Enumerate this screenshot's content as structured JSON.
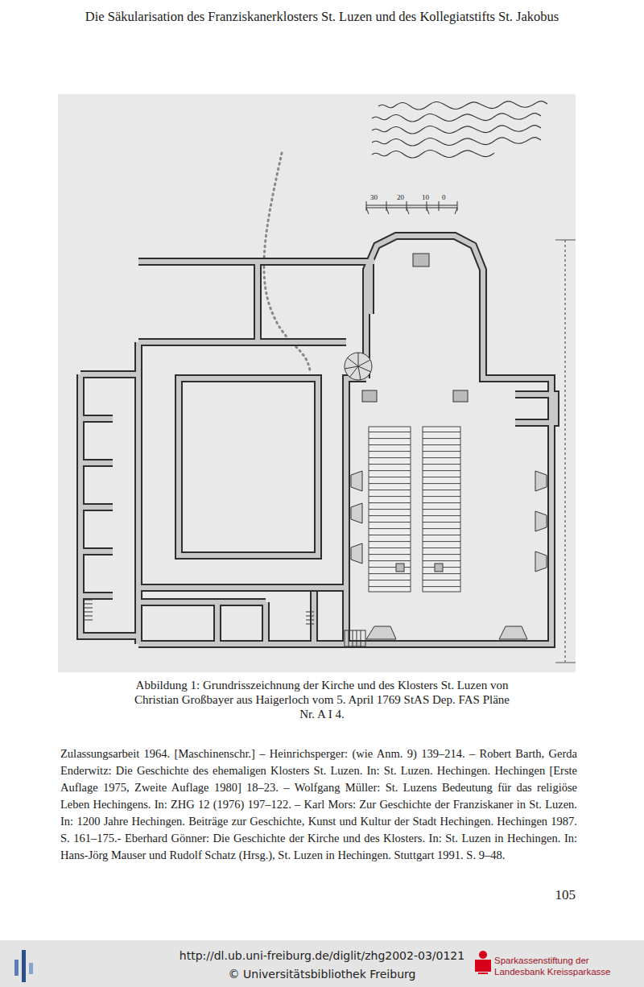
{
  "diagram": {
    "title": "Die Säkularisation des Franziskanerklosters St. Luzen und des Kollegiatstifts St. Jakobus",
    "caption": "Abbildung 1: Grundrisszeichnung der Kirche und des Klosters St. Luzen von Christian Großbayer aus Haigerloch vom 5. April 1769 StAS Dep. FAS Pläne Nr. A I 4.",
    "labels": [
      "Zulassungsarbeit 1964. [Maschinenschr.] – Heinrichsperger: (wie Anm. 9) 139–214. – Robert Barth, Gerda Enderwitz: Die Geschichte des ehemaligen Klosters St. Luzen. In: St. Luzen. Hechingen. Hechingen [Erste Auflage 1975, Zweite Auflage 1980] 18–23. – Wolfgang Müller: St. Luzens Bedeutung für das religiöse Leben Hechingens. In: ZHG 12 (1976) 197–122. – Karl Mors: Zur Geschichte der Franziskaner in St. Luzen. In: 1200 Jahre Hechingen. Beiträge zur Geschichte, Kunst und Kultur der Stadt Hechingen. Hechingen 1987. S. 161–175.- Eberhard Gönner: Die Geschichte der Kirche und des Klosters. In: St. Luzen in Hechingen. In: Hans-Jörg Mauser und Rudolf Schatz (Hrsg.), St. Luzen in Hechingen. Stuttgart 1991. S. 9–48.",
      "105",
      "http://dl.ub.uni-freiburg.de/diglit/zhg2002-03/0121",
      "© Universitätsbibliothek Freiburg",
      "Sparkassenstiftung der Landesbank Kreissparkasse",
      "30",
      "20",
      "10",
      "0"
    ]
  }
}
